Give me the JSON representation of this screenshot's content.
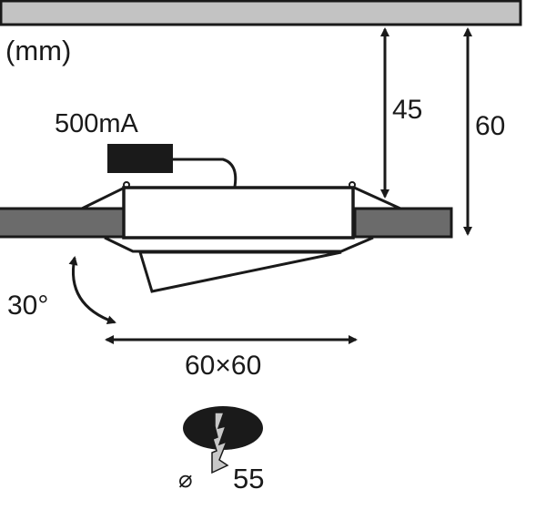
{
  "labels": {
    "unit": "(mm)",
    "driver_current": "500mA",
    "depth_inner": "45",
    "depth_total": "60",
    "tilt_angle": "30°",
    "cutout_size": "60×60",
    "diameter_symbol": "⌀",
    "diameter_value": "55"
  },
  "colors": {
    "ceiling_top": "#c3c3c3",
    "ceiling_panel": "#6b6b6b",
    "line": "#1a1a1a",
    "icon_bolt": "#c8c8c8"
  }
}
